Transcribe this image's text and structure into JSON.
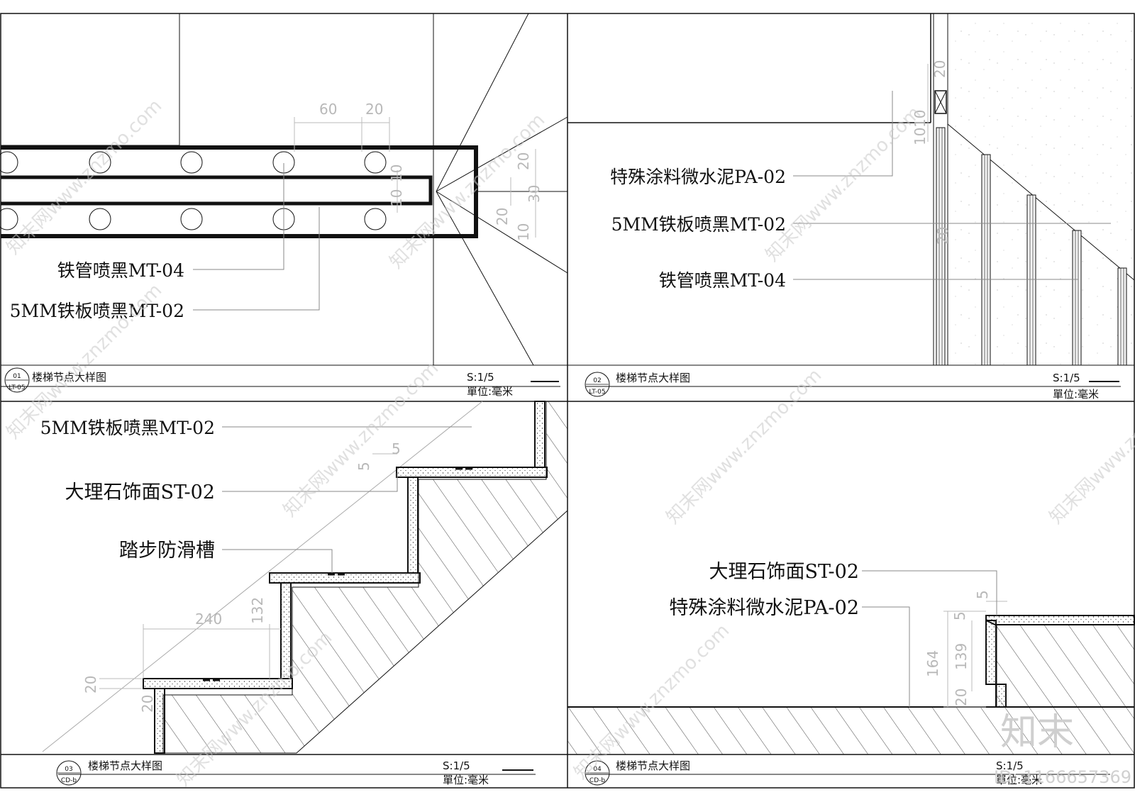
{
  "panels": [
    {
      "id": "panel-1",
      "labels": [
        "铁管喷黑MT-04",
        "5MM铁板喷黑MT-02"
      ],
      "dims": [
        "60",
        "20",
        "10",
        "10",
        "20",
        "30",
        "20",
        "10"
      ],
      "title": "楼梯节点大样图",
      "badge_num": "01",
      "badge_ref": "LT-05",
      "scale": "S:1/5",
      "unit": "單位:毫米"
    },
    {
      "id": "panel-2",
      "labels": [
        "特殊涂料微水泥PA-02",
        "5MM铁板喷黑MT-02",
        "铁管喷黑MT-04"
      ],
      "dims": [
        "20",
        "10",
        "10",
        "20"
      ],
      "title": "楼梯节点大样图",
      "badge_num": "02",
      "badge_ref": "LT-05",
      "scale": "S:1/5",
      "unit": "單位:毫米"
    },
    {
      "id": "panel-3",
      "labels": [
        "5MM铁板喷黑MT-02",
        "大理石饰面ST-02",
        "踏步防滑槽"
      ],
      "dims": [
        "5",
        "5",
        "240",
        "132",
        "20",
        "20"
      ],
      "title": "楼梯节点大样图",
      "badge_num": "03",
      "badge_ref": "CD-b",
      "scale": "S:1/5",
      "unit": "單位:毫米"
    },
    {
      "id": "panel-4",
      "labels": [
        "大理石饰面ST-02",
        "特殊涂料微水泥PA-02"
      ],
      "dims": [
        "5",
        "5",
        "164",
        "139",
        "20"
      ],
      "title": "楼梯节点大样图",
      "badge_num": "04",
      "badge_ref": "CD-b",
      "scale": "S:1/5",
      "unit": "單位:毫米"
    }
  ],
  "watermarks": [
    "知末网www.znzmo.com"
  ],
  "brand_logo": "知末",
  "id_text": "ID: 1166657369"
}
